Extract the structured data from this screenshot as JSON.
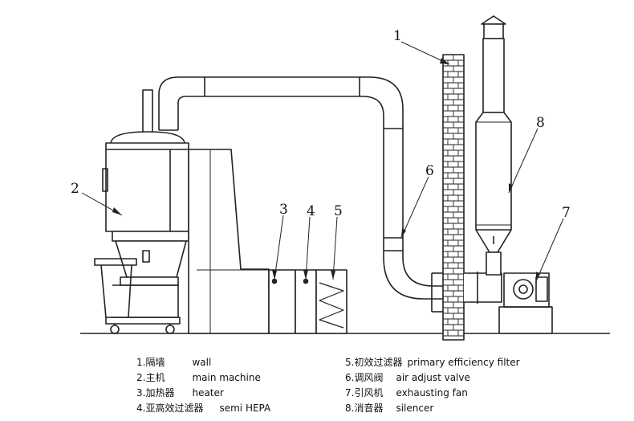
{
  "callouts": [
    "1",
    "2",
    "3",
    "4",
    "5",
    "6",
    "7",
    "8"
  ],
  "legend": [
    {
      "num": "1.",
      "zh": "隔墙",
      "en": "wall"
    },
    {
      "num": "2.",
      "zh": "主机",
      "en": "main machine"
    },
    {
      "num": "3.",
      "zh": "加热器",
      "en": "heater"
    },
    {
      "num": "4.",
      "zh": "亚高效过滤器",
      "en": "semi HEPA"
    },
    {
      "num": "5.",
      "zh": "初效过滤器",
      "en": "primary efficiency filter"
    },
    {
      "num": "6.",
      "zh": "调风阀",
      "en": "air adjust valve"
    },
    {
      "num": "7.",
      "zh": "引风机",
      "en": "exhausting fan"
    },
    {
      "num": "8.",
      "zh": "消音器",
      "en": "silencer"
    }
  ]
}
